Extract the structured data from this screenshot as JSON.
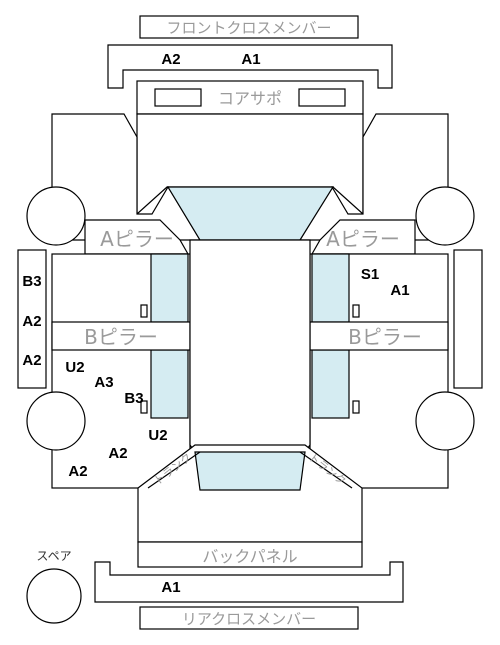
{
  "labels": {
    "front_cross_member": "フロントクロスメンバー",
    "core_support": "コアサポ",
    "a_pillar_left": "Aピラー",
    "a_pillar_right": "Aピラー",
    "b_pillar_left": "Bピラー",
    "b_pillar_right": "Bピラー",
    "trunk_left": "トランク",
    "trunk_right": "トランク",
    "back_panel": "バックパネル",
    "spare": "スペア",
    "rear_cross_member": "リアクロスメンバー"
  },
  "damage_codes": {
    "front_member_left": "A2",
    "front_member_right": "A1",
    "left_side_1": "B3",
    "left_side_2": "A2",
    "left_side_3": "A2",
    "right_front_1": "S1",
    "right_front_2": "A1",
    "left_rear_1": "U2",
    "left_rear_2": "A3",
    "left_rear_3": "B3",
    "left_rear_4": "U2",
    "left_rear_5": "A2",
    "left_rear_6": "A2",
    "rear_member": "A1"
  },
  "colors": {
    "glass": "#d5ecf2",
    "line": "#000000",
    "label_gray": "#9a9a9a"
  }
}
